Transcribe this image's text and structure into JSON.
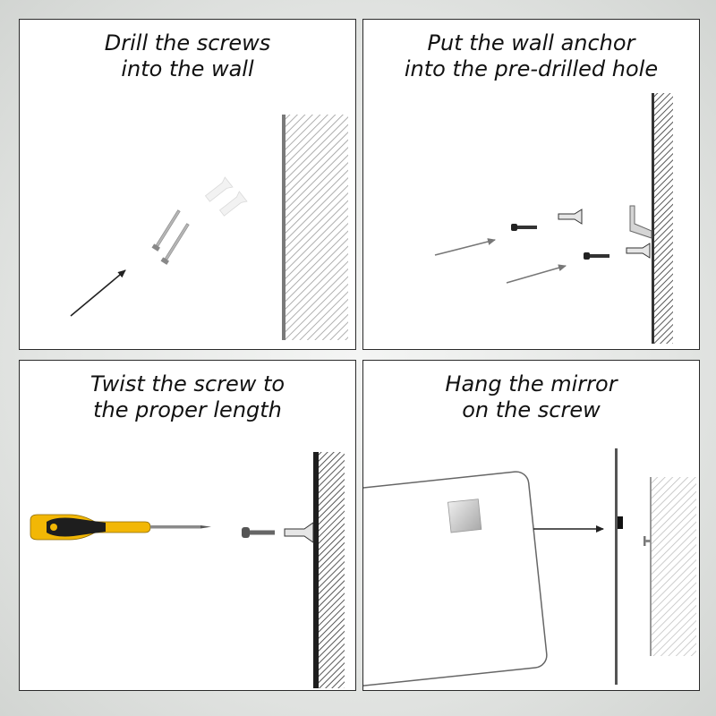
{
  "panels": [
    {
      "id": "drill",
      "caption": [
        "Drill the screws",
        "into the wall"
      ]
    },
    {
      "id": "anchor",
      "caption": [
        "Put the wall anchor",
        "into the pre-drilled hole"
      ]
    },
    {
      "id": "twist",
      "caption": [
        "Twist the screw to",
        "the proper length"
      ]
    },
    {
      "id": "hang",
      "caption": [
        "Hang the mirror",
        "on the screw"
      ]
    }
  ],
  "colors": {
    "border": "#2a2a2a",
    "wall_hatch": "#8a8a8a",
    "screwdriver_handle": "#f2b705",
    "screwdriver_grip": "#1e1e1e",
    "anchor_fill": "#e0e0e0"
  }
}
